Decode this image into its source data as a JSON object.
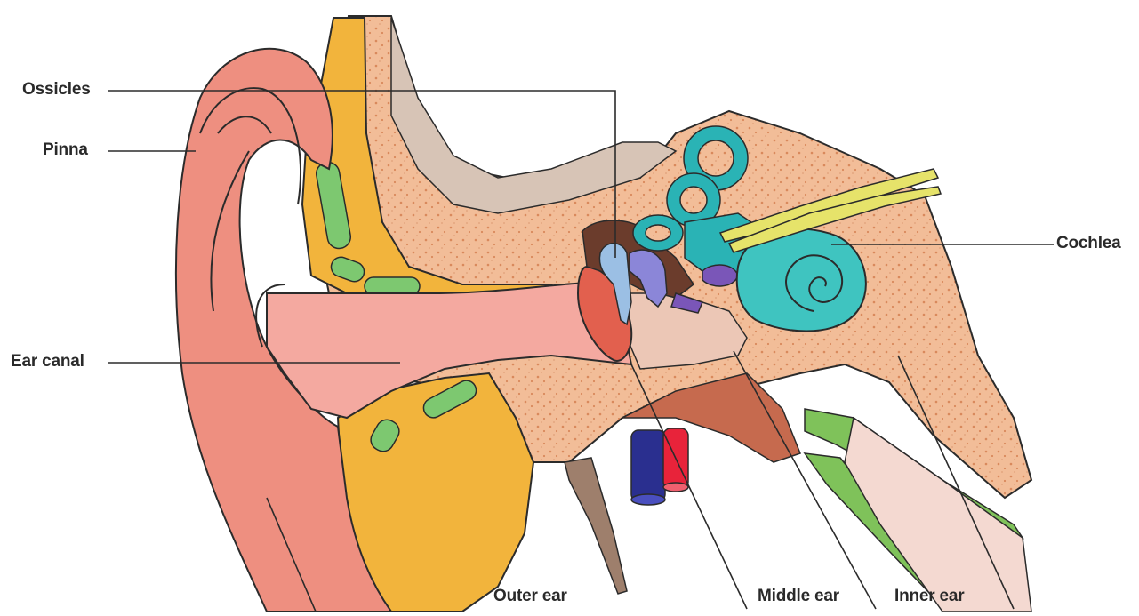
{
  "labels": {
    "ossicles": "Ossicles",
    "pinna": "Pinna",
    "ear_canal": "Ear canal",
    "cochlea": "Cochlea",
    "outer_ear": "Outer ear",
    "middle_ear": "Middle ear",
    "inner_ear": "Inner ear"
  },
  "colors": {
    "pinna": "#ee8f80",
    "pinna_dark": "#e0705f",
    "canal": "#f4a9a0",
    "bone": "#f2bd98",
    "bone_dots": "#d9895c",
    "cartilage": "#f2b43c",
    "fat": "#7dc870",
    "cochlea": "#3fc4c0",
    "canals": "#2ab3b5",
    "nerve": "#e6e36a",
    "eardrum": "#e2604e",
    "ossicle": "#9bbfe4",
    "incus": "#8b86d8",
    "stapes": "#7a56b8",
    "cavity": "#ecc7b6",
    "membrane": "#d7b6a4",
    "tube": "#7fc25a",
    "vein": "#2a2f8f",
    "artery": "#e8233a",
    "line": "#2b2b2b"
  }
}
